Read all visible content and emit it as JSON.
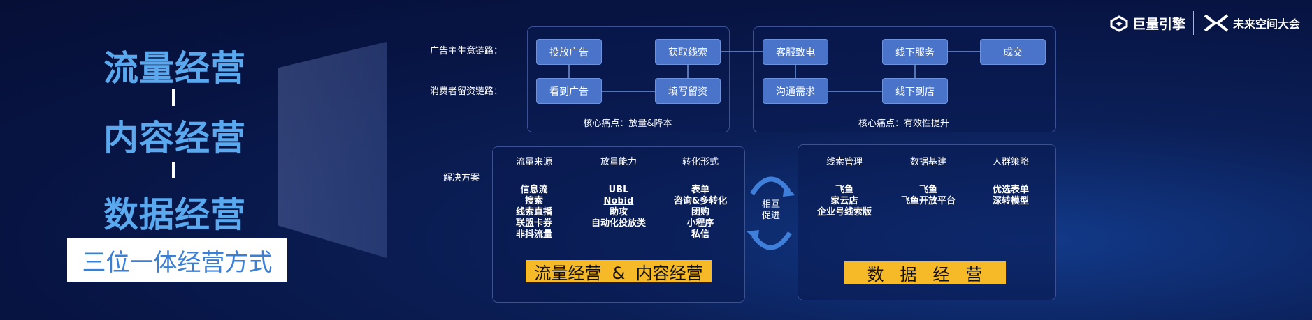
{
  "left": {
    "titles": [
      "流量经营",
      "内容经营",
      "数据经营"
    ],
    "subtitle": "三位一体经营方式"
  },
  "logos": {
    "brand1": "巨量引擎",
    "brand2": "未来空间大会"
  },
  "top": {
    "row_labels": [
      "广告主生意链路：",
      "消费者留资链路："
    ],
    "left_panel": {
      "nodes": [
        "投放广告",
        "获取线索",
        "看到广告",
        "填写留资"
      ],
      "pain_point": "核心痛点：放量&降本"
    },
    "right_panel": {
      "nodes": [
        "客服致电",
        "线下服务",
        "成交",
        "沟通需求",
        "线下到店"
      ],
      "pain_point": "核心痛点：有效性提升"
    }
  },
  "bottom": {
    "label": "解决方案",
    "middle_label": [
      "相互",
      "促进"
    ],
    "left_panel": {
      "headers": [
        "流量来源",
        "放量能力",
        "转化形式"
      ],
      "columns": [
        [
          "信息流",
          "搜索",
          "线索直播",
          "联盟卡券",
          "非抖流量"
        ],
        [
          "UBL",
          "Nobid",
          "助攻",
          "自动化投放类"
        ],
        [
          "表单",
          "咨询&多转化",
          "团购",
          "小程序",
          "私信"
        ]
      ],
      "banner": "流量经营  &  内容经营"
    },
    "right_panel": {
      "headers": [
        "线索管理",
        "数据基建",
        "人群策略"
      ],
      "columns": [
        [
          "飞鱼",
          "家云店",
          "企业号线索版"
        ],
        [
          "飞鱼",
          "飞鱼开放平台"
        ],
        [
          "优选表单",
          "深转模型"
        ]
      ],
      "banner": "数   据   经   营"
    }
  },
  "colors": {
    "accent_blue": "#5aa8ee",
    "node_blue": "#4a74c9",
    "banner_yellow": "#f6b928"
  }
}
